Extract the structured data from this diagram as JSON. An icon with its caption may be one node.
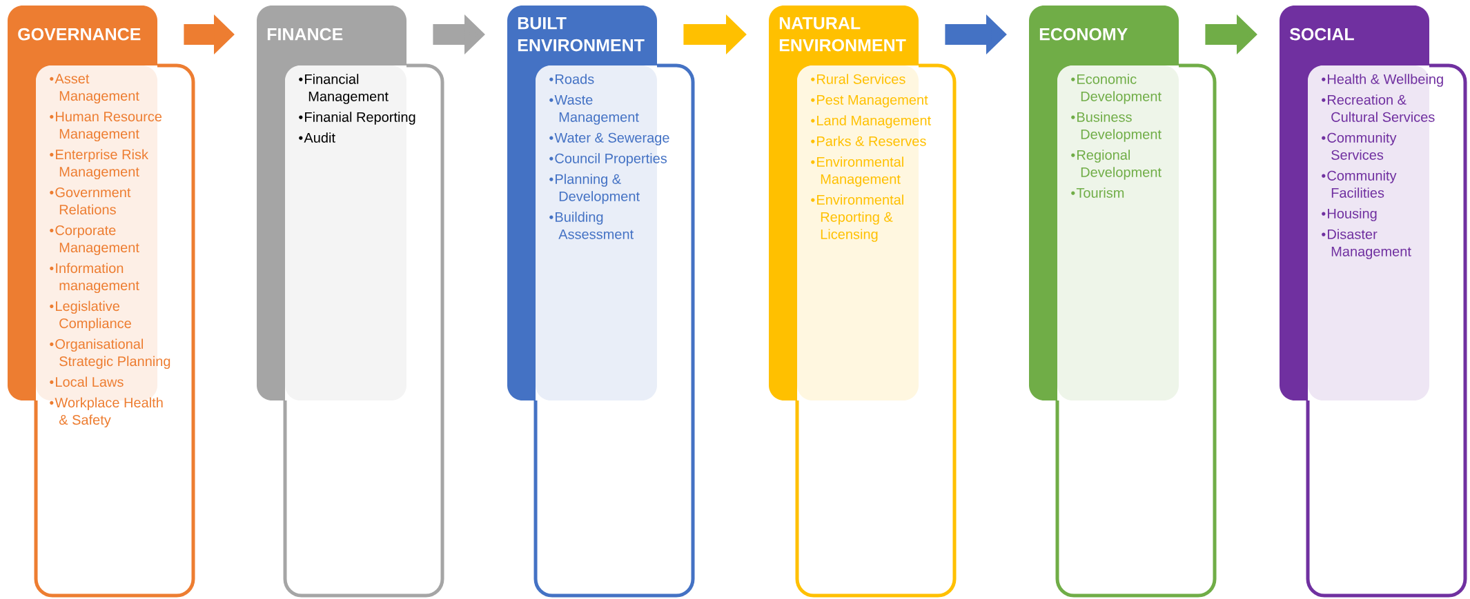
{
  "diagram": {
    "nodes": [
      {
        "text": [
          "GOVERNANCE"
        ]
      },
      {
        "text": [
          "Asset Management",
          "Human Resource Management",
          "Enterprise Risk Management",
          "Government Relations",
          "Corporate Management",
          "Information management",
          "Legislative Compliance",
          "Organisational Strategic Planning",
          "Local Laws",
          "Workplace Health & Safety"
        ]
      },
      {
        "text": [
          "FINANCE"
        ]
      },
      {
        "text": [
          "Financial Management",
          "Finanial Reporting",
          "Audit"
        ]
      },
      {
        "text": [
          "BUILT ENVIRONMENT"
        ]
      },
      {
        "text": [
          "Roads",
          "Waste Management",
          "Water & Sewerage",
          "Council Properties",
          "Planning & Development",
          "Building Assessment"
        ]
      },
      {
        "text": [
          "NATURAL ENVIRONMENT"
        ]
      },
      {
        "text": [
          "Rural Services",
          "Pest Management",
          "Land Management",
          "Parks & Reserves",
          "Environmental Management",
          "Environmental Reporting & Licensing"
        ]
      },
      {
        "text": [
          "ECONOMY"
        ]
      },
      {
        "text": [
          "Economic Development",
          "Business Development",
          "Regional Development",
          "Tourism"
        ]
      },
      {
        "text": [
          "SOCIAL"
        ]
      },
      {
        "text": [
          "Health & Wellbeing",
          "Recreation & Cultural Services",
          "Community Services",
          "Community Facilities",
          "Housing",
          "Disaster Management"
        ]
      }
    ],
    "edges": [
      {
        "from": 0,
        "to": 2,
        "arrow": "to",
        "color": "#ed7d31"
      },
      {
        "from": 2,
        "to": 4,
        "arrow": "to",
        "color": "#a5a5a5"
      },
      {
        "from": 4,
        "to": 6,
        "arrow": "to",
        "color": "#ffc000"
      },
      {
        "from": 6,
        "to": 8,
        "arrow": "to",
        "color": "#4472c4"
      },
      {
        "from": 8,
        "to": 10,
        "arrow": "to",
        "color": "#70ad47"
      }
    ]
  }
}
